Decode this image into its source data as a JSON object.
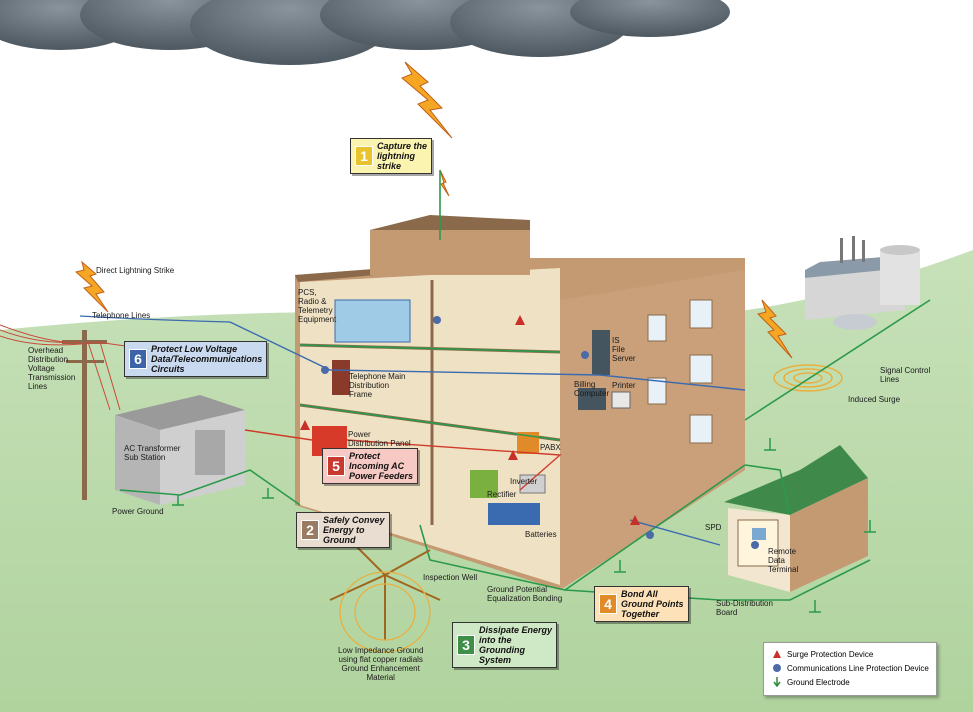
{
  "steps": [
    {
      "num": "1",
      "text": "Capture the\nlightning\nstrike",
      "bg": "#fbf3b0",
      "num_bg": "#e8c330"
    },
    {
      "num": "2",
      "text": "Safely Convey\nEnergy to\nGround",
      "bg": "#e9dcd0",
      "num_bg": "#9a7a62"
    },
    {
      "num": "3",
      "text": "Dissipate Energy\ninto the\nGrounding\nSystem",
      "bg": "#cfe8c6",
      "num_bg": "#3f8f48"
    },
    {
      "num": "4",
      "text": "Bond All\nGround Points\nTogether",
      "bg": "#fde1b8",
      "num_bg": "#e08a2a"
    },
    {
      "num": "5",
      "text": "Protect\nIncoming AC\nPower Feeders",
      "bg": "#f7c9c4",
      "num_bg": "#c83a30"
    },
    {
      "num": "6",
      "text": "Protect Low Voltage\nData/Telecommunications\nCircuits",
      "bg": "#c9d9ef",
      "num_bg": "#3d64a8"
    }
  ],
  "labels": {
    "direct_strike": "Direct Lightning Strike",
    "telephone_lines": "Telephone Lines",
    "overhead": "Overhead\nDistribution\nVoltage\nTransmission\nLines",
    "transformer": "AC Transformer\nSub Station",
    "power_ground": "Power Ground",
    "pcs": "PCS,\nRadio &\nTelemetry\nEquipment",
    "tmdf": "Telephone Main\nDistribution\nFrame",
    "power_panel": "Power\nDistribution Panel",
    "is_server": "IS\nFile\nServer",
    "billing": "Billing\nComputer",
    "printer": "Printer",
    "pabx": "PABX",
    "inverter": "Inverter",
    "rectifier": "Rectifier",
    "batteries": "Batteries",
    "inspection_well": "Inspection Well",
    "low_impedance": "Low Impedance Ground\nusing flat copper radials\nGround Enhancement\nMaterial",
    "gpe_bonding": "Ground Potential\nEqualization Bonding",
    "signal_control": "Signal Control\nLines",
    "induced_surge": "Induced Surge",
    "spd": "SPD",
    "remote_terminal": "Remote\nData\nTerminal",
    "sub_distribution": "Sub-Distribution\nBoard"
  },
  "legend": {
    "items": [
      {
        "label": "Surge Protection Device",
        "icon": "triangle-icon",
        "color": "#c8302a"
      },
      {
        "label": "Communications Line Protection Device",
        "icon": "circle-icon",
        "color": "#4a6aa8"
      },
      {
        "label": "Ground Electrode",
        "icon": "arrow-down-icon",
        "color": "#2a8a3a"
      }
    ]
  },
  "colors": {
    "sky": "#ffffff",
    "grass": "#b8d8a8",
    "building_wall": "#c49a72",
    "ground_wire": "#2a9a4a",
    "power_wire": "#d03a2a",
    "data_wire": "#3a6ab0",
    "lightning": "#f5a623"
  }
}
